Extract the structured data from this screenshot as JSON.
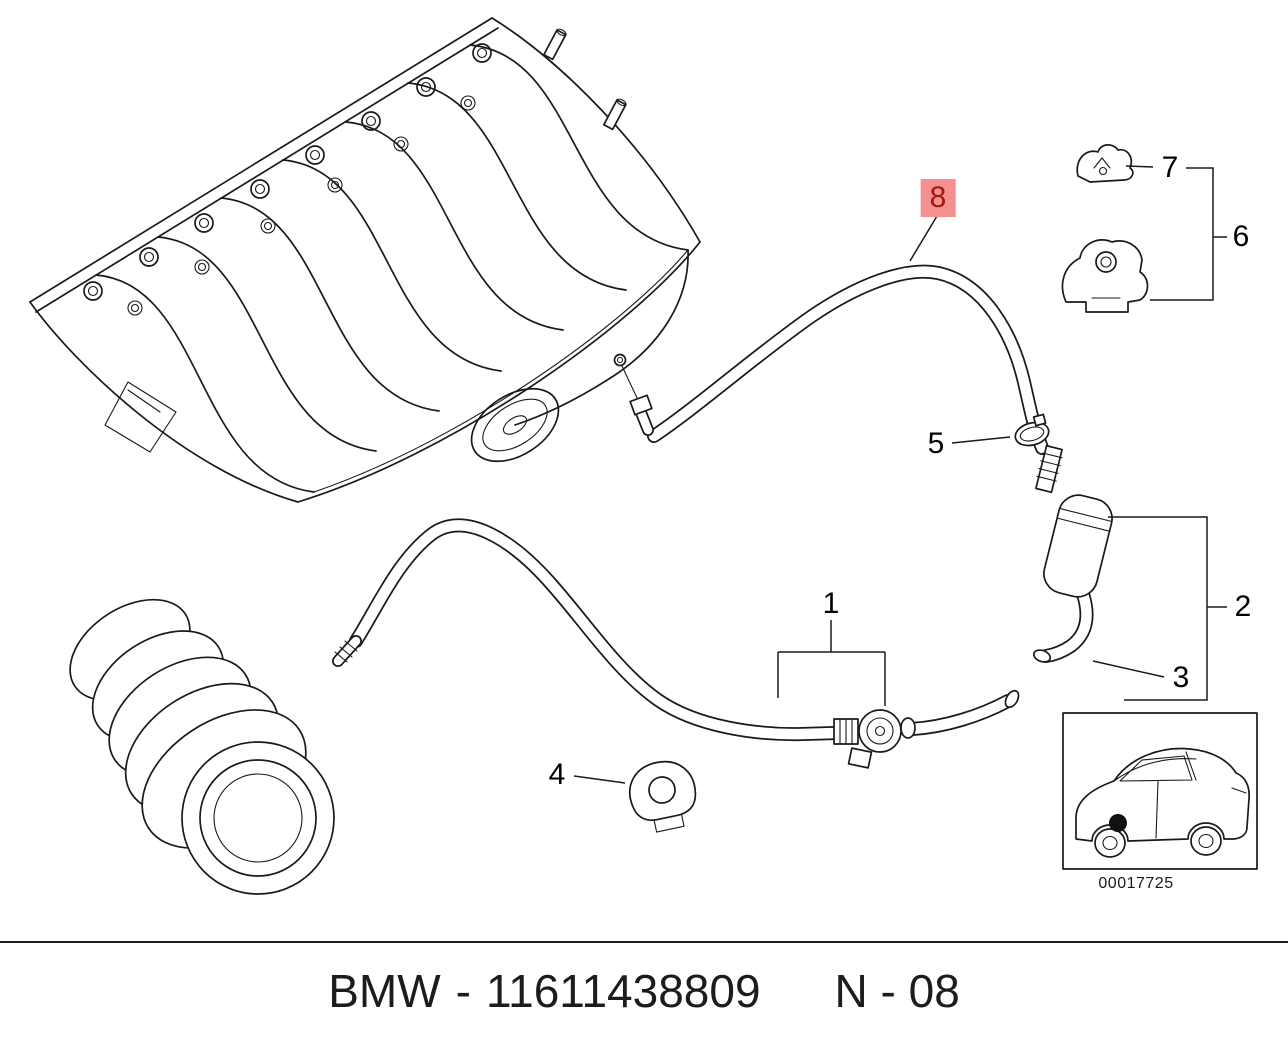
{
  "colors": {
    "background": "#ffffff",
    "line": "#1a1a1a",
    "callout_text": "#000000",
    "highlight_bg": "#f49090",
    "highlight_text": "#a01810"
  },
  "callouts": [
    {
      "label": "8",
      "highlighted": true
    },
    {
      "label": "7",
      "highlighted": false
    },
    {
      "label": "6",
      "highlighted": false
    },
    {
      "label": "5",
      "highlighted": false
    },
    {
      "label": "2",
      "highlighted": false
    },
    {
      "label": "3",
      "highlighted": false
    },
    {
      "label": "1",
      "highlighted": false
    },
    {
      "label": "4",
      "highlighted": false
    }
  ],
  "thumbnail": {
    "image_number": "00017725"
  },
  "caption": {
    "brand": "BMW",
    "separator": "-",
    "part_number": "11611438809",
    "code": "N - 08"
  }
}
